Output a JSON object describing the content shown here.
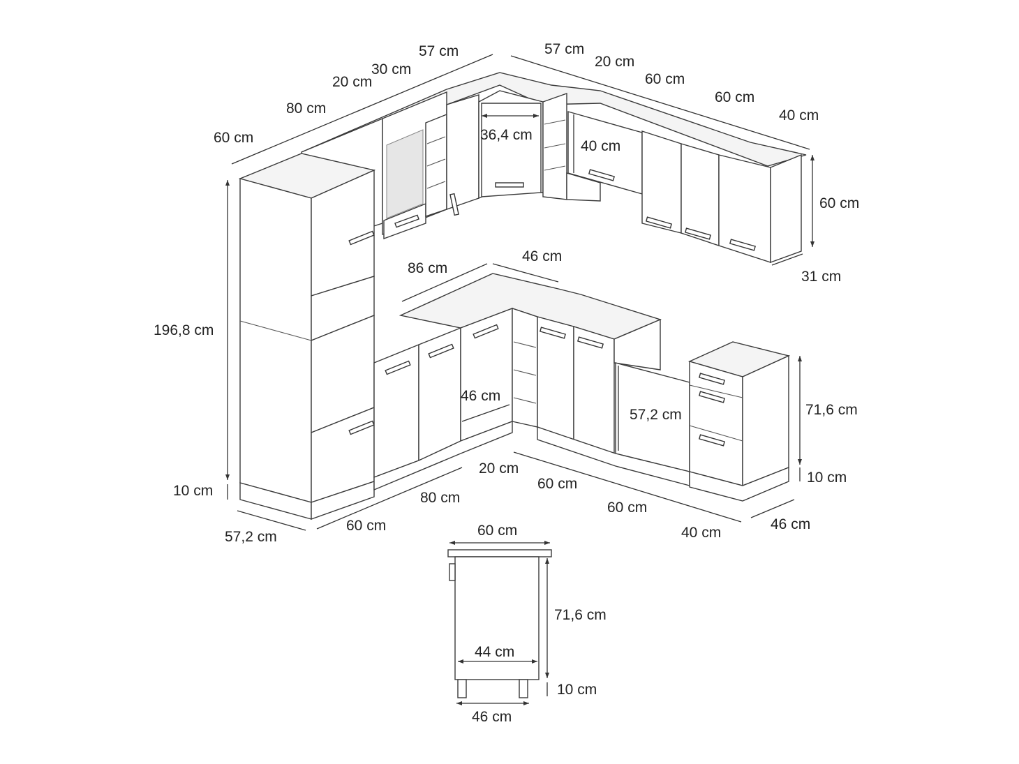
{
  "diagram": {
    "upper_back_left_widths": [
      "60 cm",
      "80 cm",
      "20 cm",
      "30 cm",
      "57 cm"
    ],
    "upper_back_right_widths": [
      "57 cm",
      "20 cm",
      "60 cm",
      "60 cm",
      "40 cm"
    ],
    "corner_wall_inner": "36,4 cm",
    "hood_cabinet_height": "40 cm",
    "wall_cabinet_height": "60 cm",
    "wall_cabinet_depth": "31 cm",
    "tall_cabinet_height": "196,8 cm",
    "tall_plinth": "10 cm",
    "tall_depth": "57,2 cm",
    "worktop_top_left": "86 cm",
    "worktop_top_right": "46 cm",
    "corner_base_inner": "46 cm",
    "sink_cabinet_height": "57,2 cm",
    "drawer_cabinet_height": "71,6 cm",
    "drawer_plinth": "10 cm",
    "base_left_widths": [
      "60 cm",
      "80 cm",
      "20 cm"
    ],
    "base_right_widths": [
      "60 cm",
      "60 cm",
      "40 cm"
    ],
    "base_depth": "46 cm",
    "detail_width": "60 cm",
    "detail_height": "71,6 cm",
    "detail_inner": "44 cm",
    "detail_plinth": "10 cm",
    "detail_depth": "46 cm"
  }
}
